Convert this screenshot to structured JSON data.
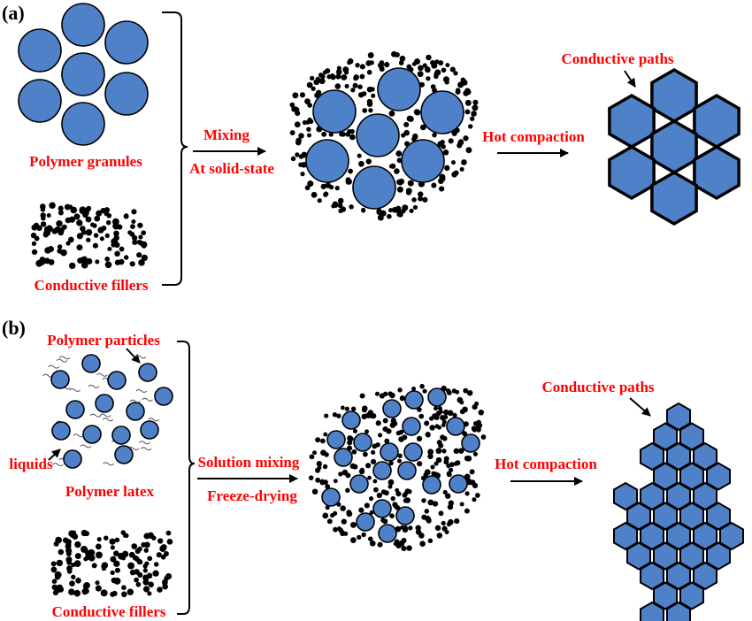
{
  "panel_a": {
    "tag": "(a)",
    "granules_label": "Polymer granules",
    "fillers_label": "Conductive fillers",
    "process_line1": "Mixing",
    "process_line2": "At solid-state",
    "compaction_label": "Hot compaction",
    "paths_label": "Conductive paths"
  },
  "panel_b": {
    "tag": "(b)",
    "particles_label": "Polymer particles",
    "liquids_label": "liquids",
    "latex_label": "Polymer latex",
    "fillers_label": "Conductive fillers",
    "process_line1": "Solution mixing",
    "process_line2": "Freeze-drying",
    "compaction_label": "Hot compaction",
    "paths_label": "Conductive paths"
  },
  "colors": {
    "polymer_fill": "#4f81c8",
    "label_red": "#ff0000",
    "filler_black": "#000000"
  }
}
